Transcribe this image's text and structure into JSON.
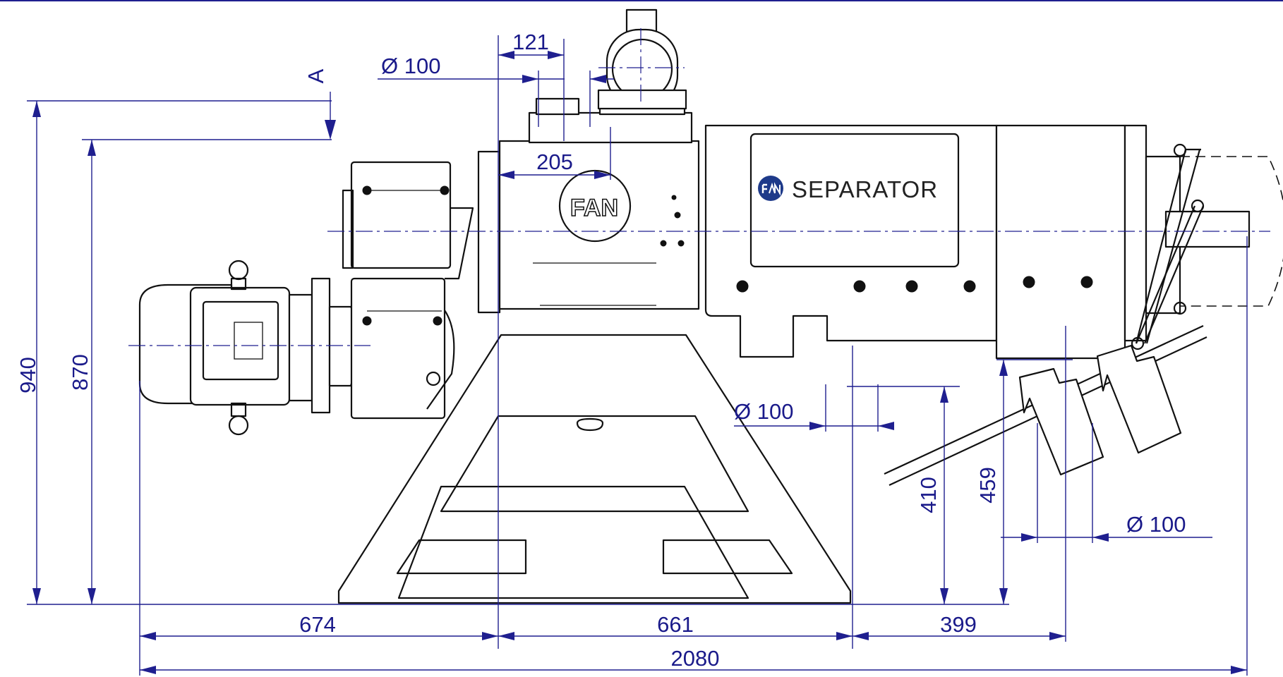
{
  "brand": {
    "name": "SEPARATOR"
  },
  "view": {
    "section_label": "A"
  },
  "dimensions": {
    "height_total": "940",
    "height_inlet": "870",
    "outlet_height_solid": "410",
    "outlet_height_liquid": "459",
    "width_left": "674",
    "width_center": "661",
    "width_right": "399",
    "width_total": "2080",
    "offset_inlet": "121",
    "offset_motor": "205",
    "diameter_inlet": "Ø 100",
    "diameter_outlet_bottom": "Ø 100",
    "diameter_outlet_right": "Ø 100"
  },
  "colors": {
    "dimension_lines": "#1f1f8f",
    "outline": "#111111",
    "logo_badge": "#1e3a8a"
  }
}
